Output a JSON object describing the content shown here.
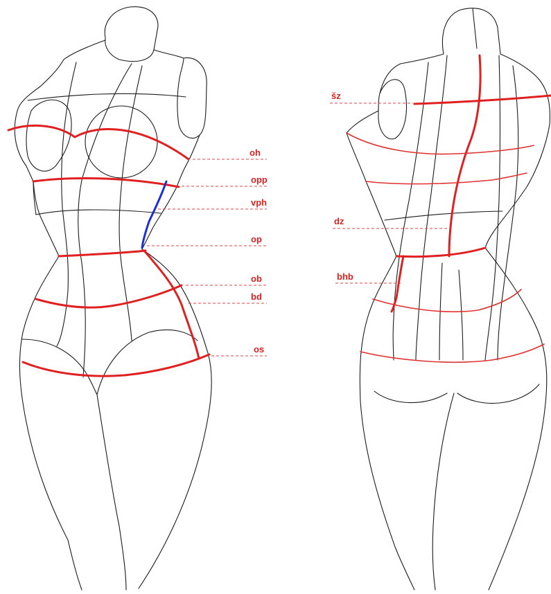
{
  "colors": {
    "outline": "#1a1a1a",
    "measure_red": "#e02020",
    "measure_blue": "#1f2fd6",
    "guide_red": "#e04040",
    "background": "#ffffff"
  },
  "front_view": {
    "labels": {
      "oh": "oh",
      "opp": "opp",
      "vph": "vph",
      "op": "op",
      "ob": "ob",
      "bd": "bd",
      "os": "os"
    }
  },
  "back_view": {
    "labels": {
      "sz": "šz",
      "dz": "dz",
      "bhb": "bhb"
    }
  }
}
